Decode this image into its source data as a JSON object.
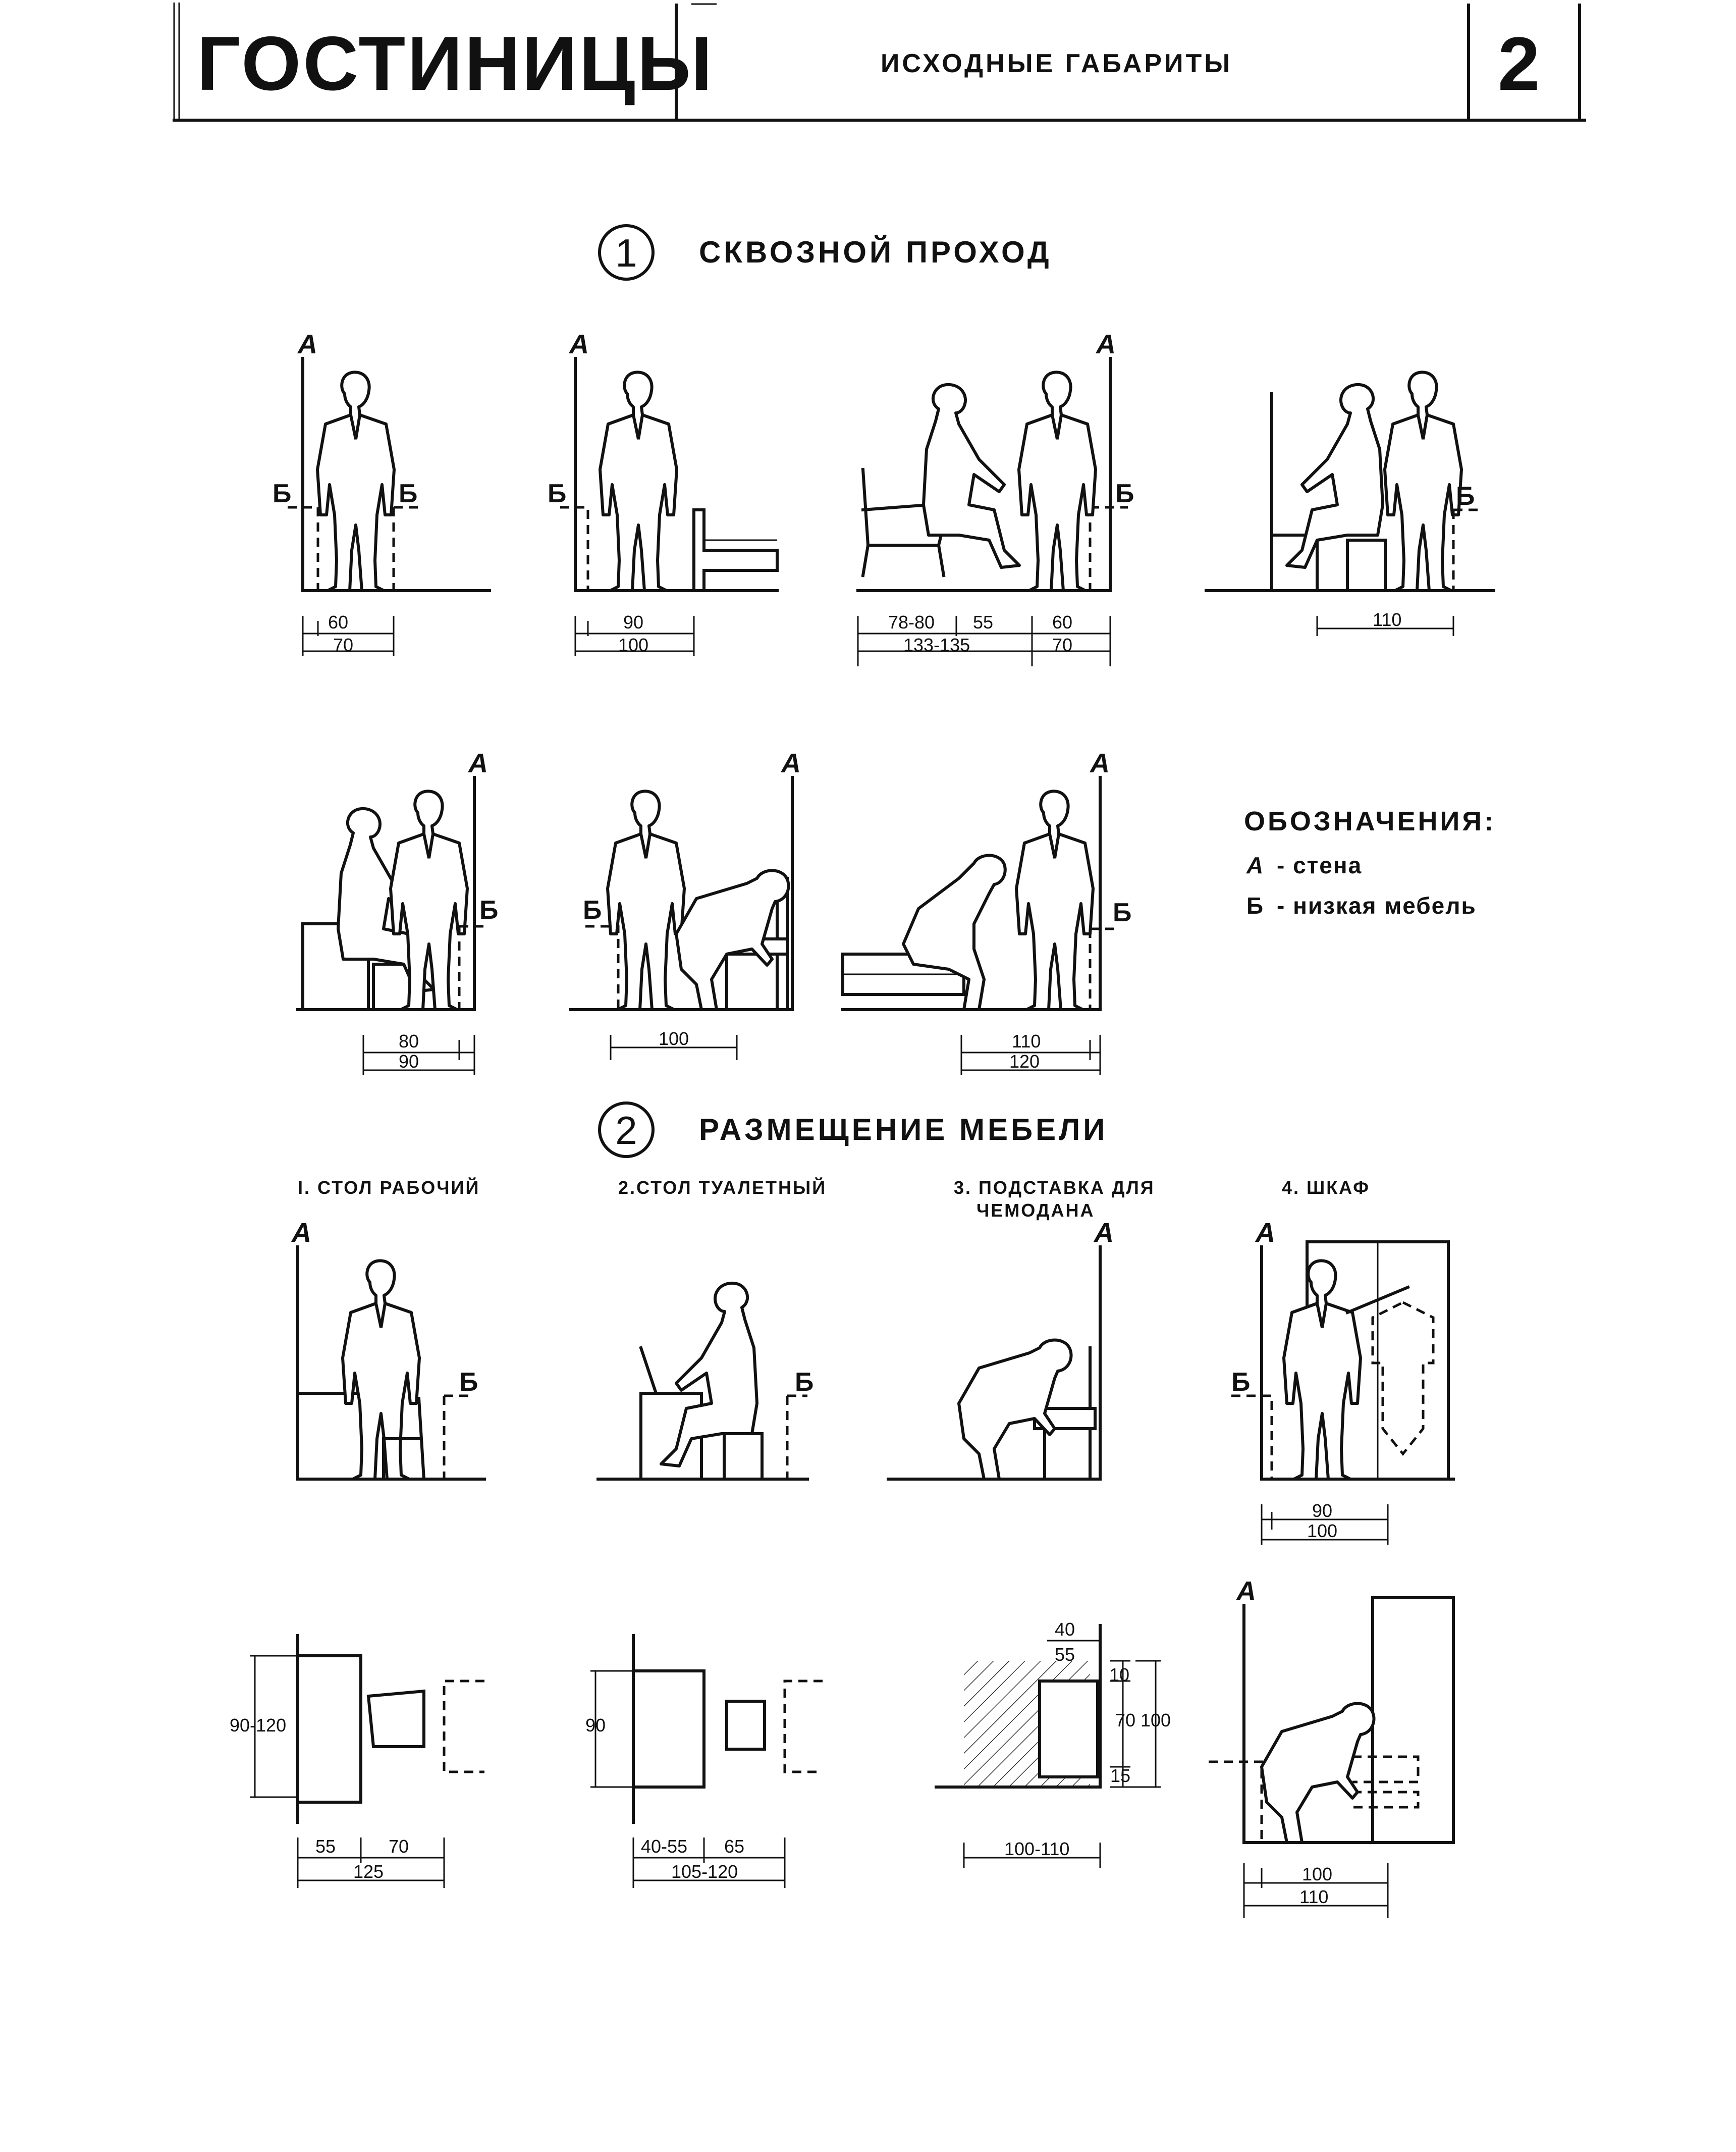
{
  "header": {
    "title": "ГОСТИНИЦЫ",
    "subtitle": "ИСХОДНЫЕ ГАБАРИТЫ",
    "page_number": "2"
  },
  "section1": {
    "number": "1",
    "title": "СКВОЗНОЙ ПРОХОД"
  },
  "section2": {
    "number": "2",
    "title": "РАЗМЕЩЕНИЕ МЕБЕЛИ"
  },
  "labels": {
    "wall": "А",
    "low_furniture": "Б"
  },
  "legend": {
    "title": "ОБОЗНАЧЕНИЯ:",
    "items": [
      {
        "key": "А",
        "text": "- стена"
      },
      {
        "key": "Б",
        "text": "- низкая мебель"
      }
    ]
  },
  "passage_dims": {
    "p1": [
      "60",
      "70"
    ],
    "p2": [
      "90",
      "100"
    ],
    "p3": [
      "78-80",
      "55",
      "133-135",
      "60",
      "70"
    ],
    "p4": [
      "110"
    ],
    "p5": [
      "80",
      "90"
    ],
    "p6": [
      "100"
    ],
    "p7": [
      "110",
      "120"
    ]
  },
  "furniture": {
    "captions": [
      "I. СТОЛ РАБОЧИЙ",
      "2.СТОЛ ТУАЛЕТНЫЙ",
      "3. ПОДСТАВКА ДЛЯ",
      "ЧЕМОДАНА",
      "4. ШКАФ"
    ],
    "wardrobe_dims": [
      "90",
      "100"
    ],
    "desk_plan": [
      "90-120",
      "55",
      "70",
      "125"
    ],
    "dresser_plan": [
      "90",
      "40-55",
      "65",
      "105-120"
    ],
    "stand_plan": [
      "40",
      "55",
      "10",
      "70",
      "100",
      "15",
      "100-110"
    ],
    "wardrobe_low": [
      "100",
      "110"
    ]
  }
}
